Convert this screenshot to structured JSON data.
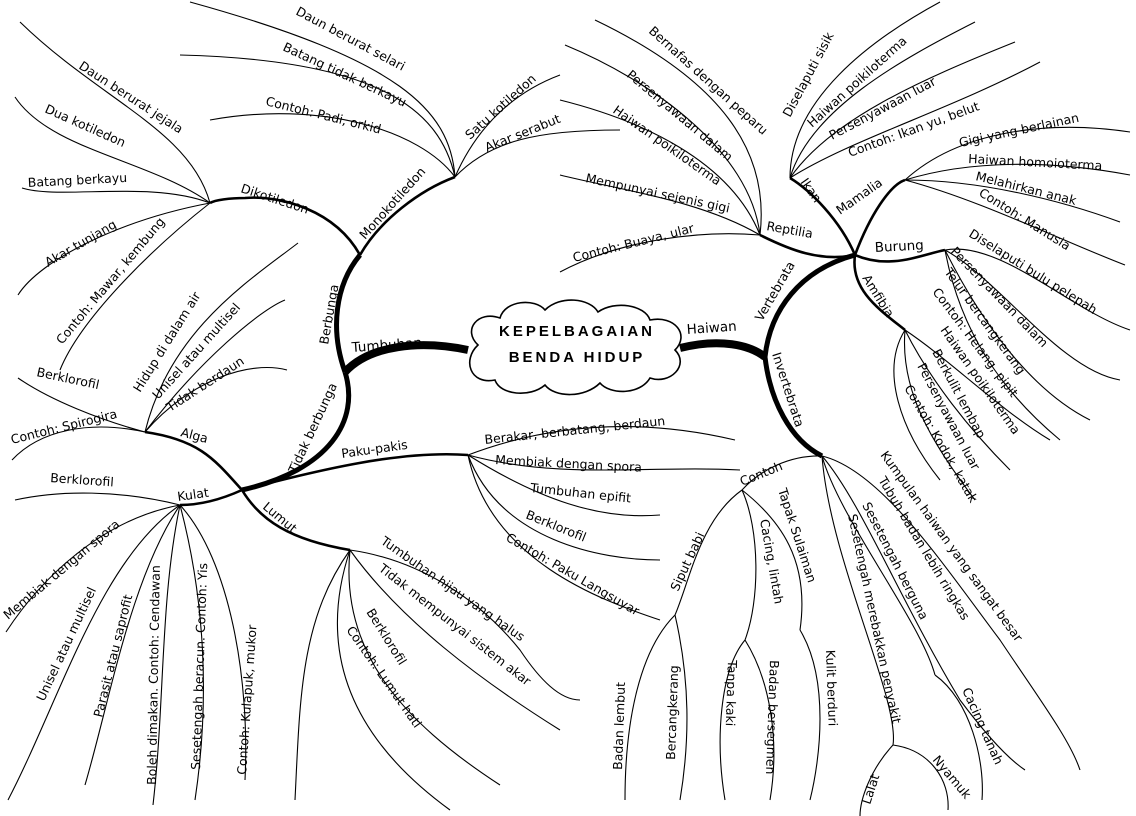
{
  "center": {
    "line1": "KEPELBAGAIAN",
    "line2": "BENDA HIDUP"
  },
  "tumbuhan": {
    "label": "Tumbuhan",
    "berbunga": {
      "label": "Berbunga",
      "monokotiledon": {
        "label": "Monokotiledon",
        "items": [
          "Daun berurat selari",
          "Batang tidak berkayu",
          "Contoh: Padi, orkid",
          "Satu kotiledon",
          "Akar serabut"
        ]
      },
      "dikotiledon": {
        "label": "Dikotiledon",
        "items": [
          "Daun berurat jejala",
          "Dua kotiledon",
          "Batang berkayu",
          "Akar tunjang",
          "Contoh: Mawar, kembung"
        ]
      }
    },
    "tidak_berbunga": {
      "label": "Tidak berbunga",
      "alga": {
        "label": "Alga",
        "items": [
          "Hidup di dalam air",
          "Unisel atau multisel",
          "Tidak berdaun",
          "Berklorofil",
          "Contoh: Spirogira"
        ]
      },
      "kulat": {
        "label": "Kulat",
        "items": [
          "Berklorofil",
          "Membiak dengan spora",
          "Unisel atau multisel",
          "Parasit atau saprofit",
          "Boleh dimakan. Contoh: Cendawan",
          "Sesetengah beracun. Contoh: Yis",
          "Contoh: Kulapuk, mukor"
        ]
      },
      "paku_pakis": {
        "label": "Paku-pakis",
        "items": [
          "Berakar, berbatang, berdaun",
          "Membiak dengan spora",
          "Tumbuhan epifit",
          "Berklorofil",
          "Contoh: Paku Langsuyar"
        ]
      },
      "lumut": {
        "label": "Lumut",
        "items": [
          "Tumbuhan hijau yang halus",
          "Tidak mempunyai sistem akar",
          "Berklorofil",
          "Contoh: Lumut hati"
        ]
      }
    }
  },
  "haiwan": {
    "label": "Haiwan",
    "vertebrata": {
      "label": "Vertebrata",
      "reptilia": {
        "label": "Reptilia",
        "items": [
          "Bernafas dengan peparu",
          "Persenyawaan dalam",
          "Haiwan poikiloterma",
          "Mempunyai sejenis gigi",
          "Contoh: Buaya, ular"
        ]
      },
      "ikan": {
        "label": "Ikan",
        "items": [
          "Diselaputi sisik",
          "Haiwan poikiloterma",
          "Persenyawaan luar",
          "Contoh: Ikan yu, belut"
        ]
      },
      "mamalia": {
        "label": "Mamalia",
        "items": [
          "Gigi yang berlainan",
          "Haiwan homoioterma",
          "Melahirkan anak",
          "Contoh: Manusia"
        ]
      },
      "burung": {
        "label": "Burung",
        "items": [
          "Diselaputi bulu pelepah",
          "Persenyawaan dalam",
          "Telur bercangkerang",
          "Contoh: Helang, pipit"
        ]
      },
      "amfibia": {
        "label": "Amfibia",
        "items": [
          "Haiwan poikiloterma",
          "Berkulit lembap",
          "Persenyawaan luar",
          "Contoh: Kodok, katak"
        ]
      }
    },
    "invertebrata": {
      "label": "Invertebrata",
      "contoh": {
        "label": "Contoh",
        "siput_babi": {
          "label": "Siput babi",
          "items": [
            "Badan lembut",
            "Bercangkerang"
          ]
        },
        "cacing_lintah": {
          "label": "Cacing, lintah",
          "items": [
            "Tanpa kaki",
            "Badan bersegmen"
          ]
        },
        "tapak_sulaiman": {
          "label": "Tapak Sulaiman",
          "items": [
            "Kulit berduri"
          ]
        }
      },
      "items": [
        "Kumpulan haiwan yang sangat besar",
        "Tubuh badan lebih ringkas",
        "Sesetengah berguna",
        "Sesetengah merebakkan penyakit"
      ],
      "berguna_items": [
        "Cacing tanah"
      ],
      "penyakit_items": [
        "Nyamuk",
        "Lalat"
      ]
    }
  }
}
